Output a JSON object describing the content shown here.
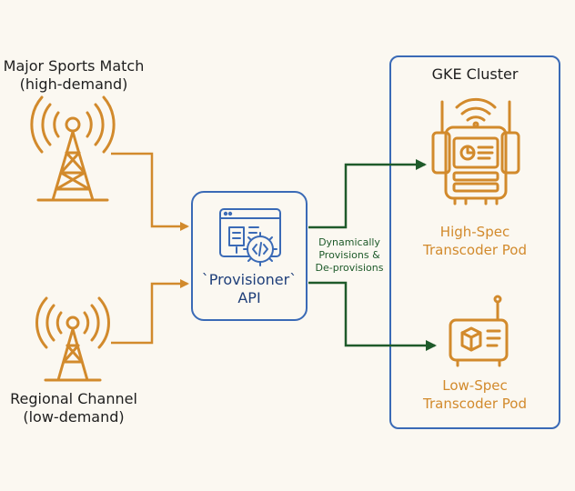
{
  "sources": {
    "high": {
      "line1": "Major Sports Match",
      "line2": "(high-demand)"
    },
    "low": {
      "line1": "Regional Channel",
      "line2": "(low-demand)"
    }
  },
  "api": {
    "line1": "`Provisioner`",
    "line2": "API"
  },
  "action": {
    "line1": "Dynamically",
    "line2": "Provisions &",
    "line3": "De-provisions"
  },
  "cluster": {
    "title": "GKE Cluster",
    "high_pod": {
      "line1": "High-Spec",
      "line2": "Transcoder Pod"
    },
    "low_pod": {
      "line1": "Low-Spec",
      "line2": "Transcoder Pod"
    }
  },
  "colors": {
    "orange": "#d28a2c",
    "green": "#1e5a2a",
    "blue": "#3a6ab6",
    "background": "#fbf8f1"
  }
}
